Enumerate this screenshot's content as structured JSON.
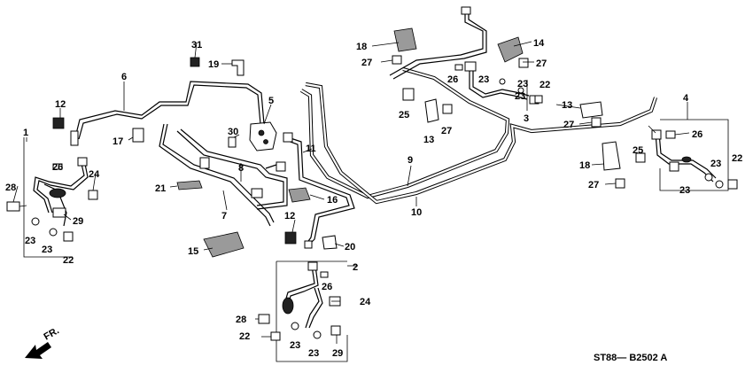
{
  "diagram_code": "ST88— B2502 A",
  "direction_label": "FR.",
  "callouts": {
    "c1": "1",
    "c2": "2",
    "c3": "3",
    "c4": "4",
    "c5": "5",
    "c6": "6",
    "c7": "7",
    "c8": "8",
    "c9": "9",
    "c10": "10",
    "c11": "11",
    "c12a": "12",
    "c12b": "12",
    "c13a": "13",
    "c13b": "13",
    "c14": "14",
    "c15": "15",
    "c16": "16",
    "c17": "17",
    "c18a": "18",
    "c18b": "18",
    "c19": "19",
    "c20": "20",
    "c21": "21",
    "c22a": "22",
    "c22b": "22",
    "c22c": "22",
    "c22d": "22",
    "c23a": "23",
    "c23b": "23",
    "c23c": "23",
    "c23d": "23",
    "c23e": "23",
    "c23f": "23",
    "c23g": "23",
    "c23h": "23",
    "c23i": "23",
    "c24a": "24",
    "c24b": "24",
    "c25a": "25",
    "c25b": "25",
    "c26a": "26",
    "c26b": "26",
    "c26c": "26",
    "c26d": "26",
    "c27a": "27",
    "c27b": "27",
    "c27c": "27",
    "c27d": "27",
    "c27e": "27",
    "c28a": "28",
    "c28b": "28",
    "c29a": "29",
    "c29b": "29",
    "c30": "30",
    "c31": "31"
  }
}
